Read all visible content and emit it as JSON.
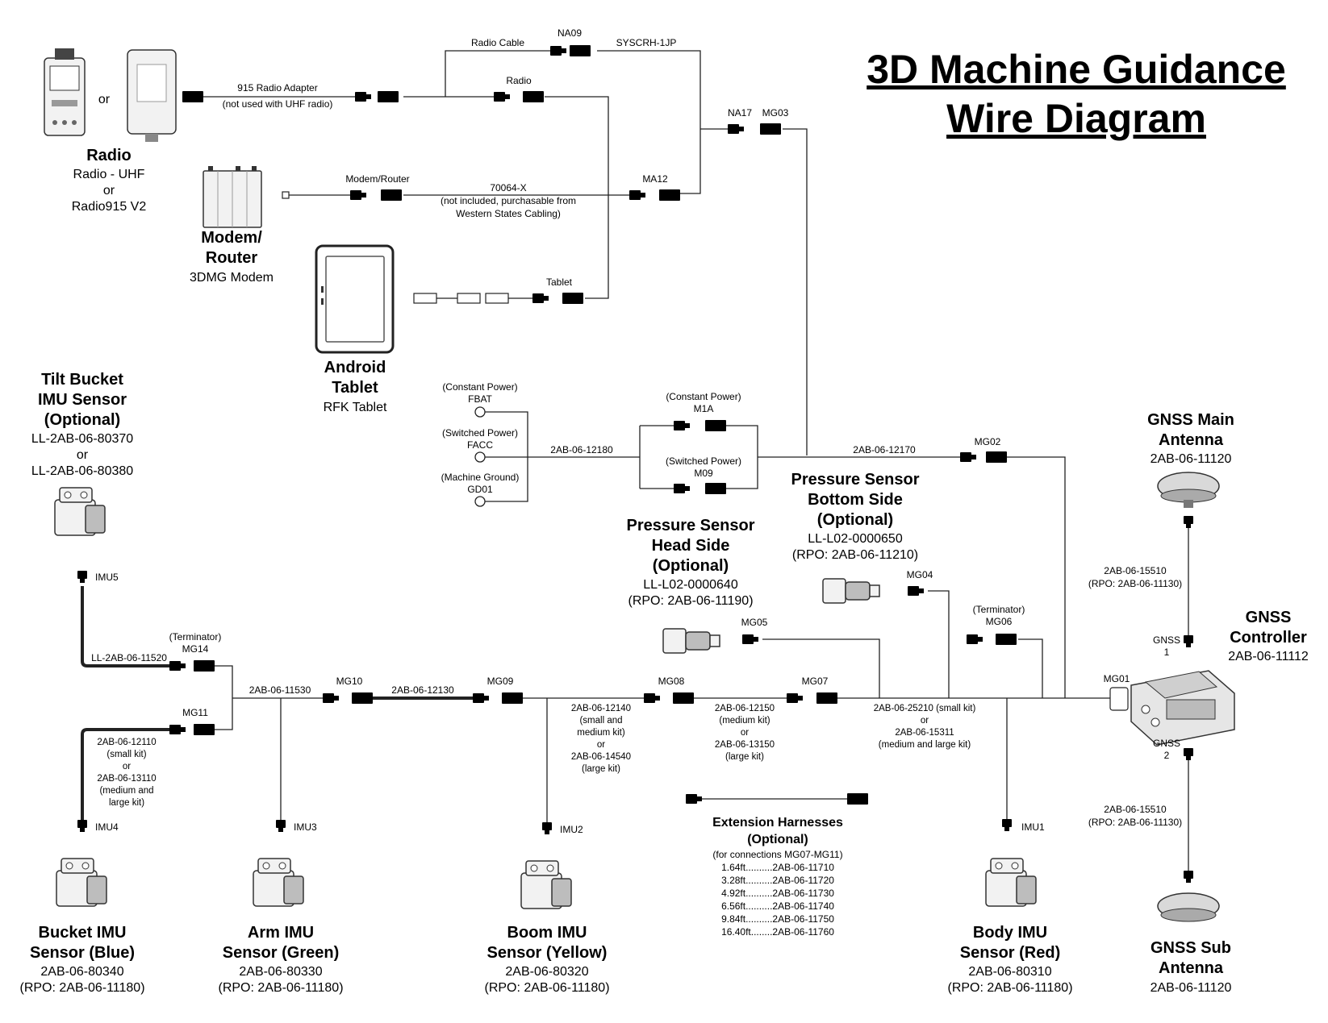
{
  "title": {
    "line1": "3D Machine Guidance",
    "line2": "Wire Diagram"
  },
  "devices": {
    "radio": {
      "or_text": "or",
      "name": "Radio",
      "sub": [
        "Radio - UHF",
        "or",
        "Radio915 V2"
      ]
    },
    "modem": {
      "name": [
        "Modem/",
        "Router"
      ],
      "sub": "3DMG Modem"
    },
    "tablet": {
      "name": [
        "Android",
        "Tablet"
      ],
      "sub": "RFK Tablet"
    },
    "tilt_imu": {
      "name": [
        "Tilt Bucket",
        "IMU Sensor",
        "(Optional)"
      ],
      "sub": [
        "LL-2AB-06-80370",
        "or",
        "LL-2AB-06-80380"
      ]
    },
    "bucket_imu": {
      "name": [
        "Bucket IMU",
        "Sensor (Blue)"
      ],
      "sub": [
        "2AB-06-80340",
        "(RPO: 2AB-06-11180)"
      ]
    },
    "arm_imu": {
      "name": [
        "Arm IMU",
        "Sensor (Green)"
      ],
      "sub": [
        "2AB-06-80330",
        "(RPO: 2AB-06-11180)"
      ]
    },
    "boom_imu": {
      "name": [
        "Boom IMU",
        "Sensor (Yellow)"
      ],
      "sub": [
        "2AB-06-80320",
        "(RPO: 2AB-06-11180)"
      ]
    },
    "body_imu": {
      "name": [
        "Body IMU",
        "Sensor (Red)"
      ],
      "sub": [
        "2AB-06-80310",
        "(RPO: 2AB-06-11180)"
      ]
    },
    "pressure_head": {
      "name": [
        "Pressure Sensor",
        "Head Side",
        "(Optional)"
      ],
      "sub": [
        "LL-L02-0000640",
        "(RPO: 2AB-06-11190)"
      ]
    },
    "pressure_bottom": {
      "name": [
        "Pressure Sensor",
        "Bottom Side",
        "(Optional)"
      ],
      "sub": [
        "LL-L02-0000650",
        "(RPO: 2AB-06-11210)"
      ]
    },
    "gnss_main": {
      "name": [
        "GNSS Main",
        "Antenna"
      ],
      "sub": "2AB-06-11120"
    },
    "gnss_sub": {
      "name": [
        "GNSS Sub",
        "Antenna"
      ],
      "sub": "2AB-06-11120"
    },
    "gnss_controller": {
      "name": [
        "GNSS",
        "Controller"
      ],
      "sub": "2AB-06-11112"
    }
  },
  "labels": {
    "na09": "NA09",
    "radio_cable": "Radio Cable",
    "syscrh": "SYSCRH-1JP",
    "adapter": [
      "915 Radio Adapter",
      "(not used with UHF radio)"
    ],
    "radio_conn": "Radio",
    "na17": "NA17",
    "mg03": "MG03",
    "modem_router": "Modem/Router",
    "p70064": [
      "70064-X",
      "(not included, purchasable from",
      "Western States Cabling)"
    ],
    "ma12": "MA12",
    "tablet_conn": "Tablet",
    "fbat": [
      "(Constant Power)",
      "FBAT"
    ],
    "facc": [
      "(Switched Power)",
      "FACC"
    ],
    "gd01": [
      "(Machine Ground)",
      "GD01"
    ],
    "c12180": "2AB-06-12180",
    "m1a": [
      "(Constant Power)",
      "M1A"
    ],
    "m09": [
      "(Switched Power)",
      "M09"
    ],
    "c12170": "2AB-06-12170",
    "mg02": "MG02",
    "mg04": "MG04",
    "mg05": "MG05",
    "mg06": [
      "(Terminator)",
      "MG06"
    ],
    "imu5": "IMU5",
    "ll11520": "LL-2AB-06-11520",
    "mg14": [
      "(Terminator)",
      "MG14"
    ],
    "mg11": "MG11",
    "c11530": "2AB-06-11530",
    "mg10": "MG10",
    "c12130": "2AB-06-12130",
    "mg09": "MG09",
    "mg08": "MG08",
    "mg07": "MG07",
    "mg01": "MG01",
    "c12110": [
      "2AB-06-12110",
      "(small kit)",
      "or",
      "2AB-06-13110",
      "(medium and",
      "large kit)"
    ],
    "c12140": [
      "2AB-06-12140",
      "(small and",
      "medium kit)",
      "or",
      "2AB-06-14540",
      "(large kit)"
    ],
    "c12150": [
      "2AB-06-12150",
      "(medium kit)",
      "or",
      "2AB-06-13150",
      "(large kit)"
    ],
    "c25210": [
      "2AB-06-25210 (small kit)",
      "or",
      "2AB-06-15311",
      "(medium and large kit)"
    ],
    "imu4": "IMU4",
    "imu3": "IMU3",
    "imu2": "IMU2",
    "imu1": "IMU1",
    "gnss1": [
      "GNSS",
      "1"
    ],
    "gnss2": [
      "GNSS",
      "2"
    ],
    "ant_cable_main": [
      "2AB-06-15510",
      "(RPO: 2AB-06-11130)"
    ],
    "ant_cable_sub": [
      "2AB-06-15510",
      "(RPO: 2AB-06-11130)"
    ]
  },
  "extension": {
    "title": [
      "Extension Harnesses",
      "(Optional)"
    ],
    "note": "(for connections MG07-MG11)",
    "items": [
      "1.64ft..........2AB-06-11710",
      "3.28ft..........2AB-06-11720",
      "4.92ft..........2AB-06-11730",
      "6.56ft..........2AB-06-11740",
      "9.84ft..........2AB-06-11750",
      "16.40ft........2AB-06-11760"
    ]
  }
}
